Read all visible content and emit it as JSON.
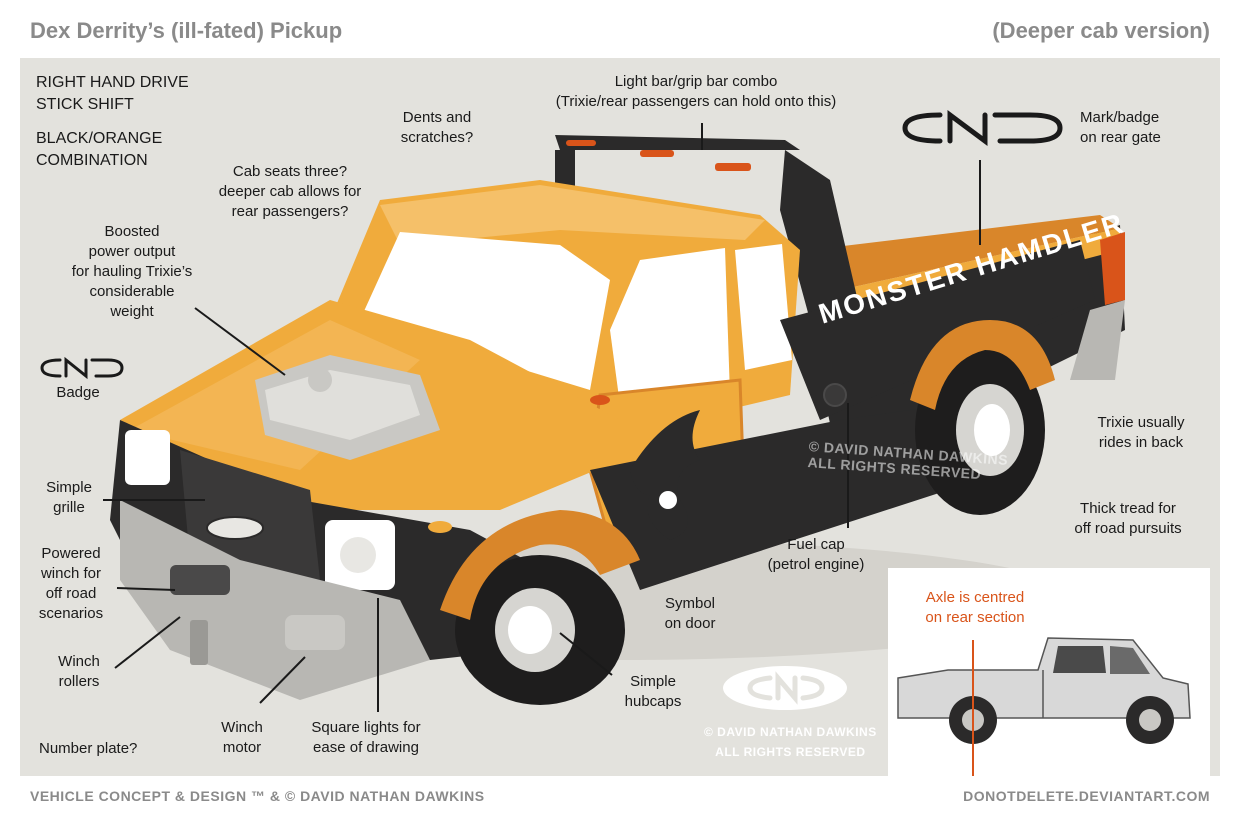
{
  "header": {
    "title": "Dex Derrity’s (ill-fated) Pickup",
    "version": "(Deeper cab version)"
  },
  "specs": {
    "drive": "RIGHT HAND DRIVE\nSTICK SHIFT",
    "colors": "BLACK/ORANGE\nCOMBINATION"
  },
  "callouts": {
    "light_bar": "Light bar/grip bar combo\n(Trixie/rear passengers can hold onto this)",
    "dents": "Dents and\nscratches?",
    "badge_rear": "Mark/badge\non rear gate",
    "cab_seats": "Cab seats three?\ndeeper cab allows for\nrear passengers?",
    "power": "Boosted\npower output\nfor hauling Trixie’s\nconsiderable\nweight",
    "badge": "Badge",
    "grille": "Simple\ngrille",
    "winch": "Powered\nwinch for\noff road\nscenarios",
    "rollers": "Winch\nrollers",
    "number_plate": "Number plate?",
    "winch_motor": "Winch\nmotor",
    "square_lights": "Square lights for\nease of drawing",
    "hubcaps": "Simple\nhubcaps",
    "door_symbol": "Symbol\non door",
    "fuel_cap": "Fuel cap\n(petrol engine)",
    "trixie": "Trixie usually\nrides in back",
    "tread": "Thick tread for\noff road pursuits"
  },
  "logo_text": "CND",
  "truck_side_text": "MONSTER HAMDLER",
  "inset": {
    "axle_note": "Axle is centred\non rear section"
  },
  "watermarks": {
    "side": "© DAVID NATHAN DAWKINS\nALL RIGHTS RESERVED",
    "center": "© DAVID NATHAN DAWKINS\nALL RIGHTS RESERVED"
  },
  "footer": {
    "credit": "VEHICLE CONCEPT & DESIGN ™ & © DAVID NATHAN DAWKINS",
    "site": "DONOTDELETE.DEVIANTART.COM"
  },
  "colors": {
    "panel": "#e3e2dd",
    "truck_orange": "#f0ab3c",
    "truck_dark_orange": "#d9862a",
    "truck_black": "#2b2a2a",
    "accent_red": "#d9541a",
    "header_grey": "#8a8a8a"
  }
}
